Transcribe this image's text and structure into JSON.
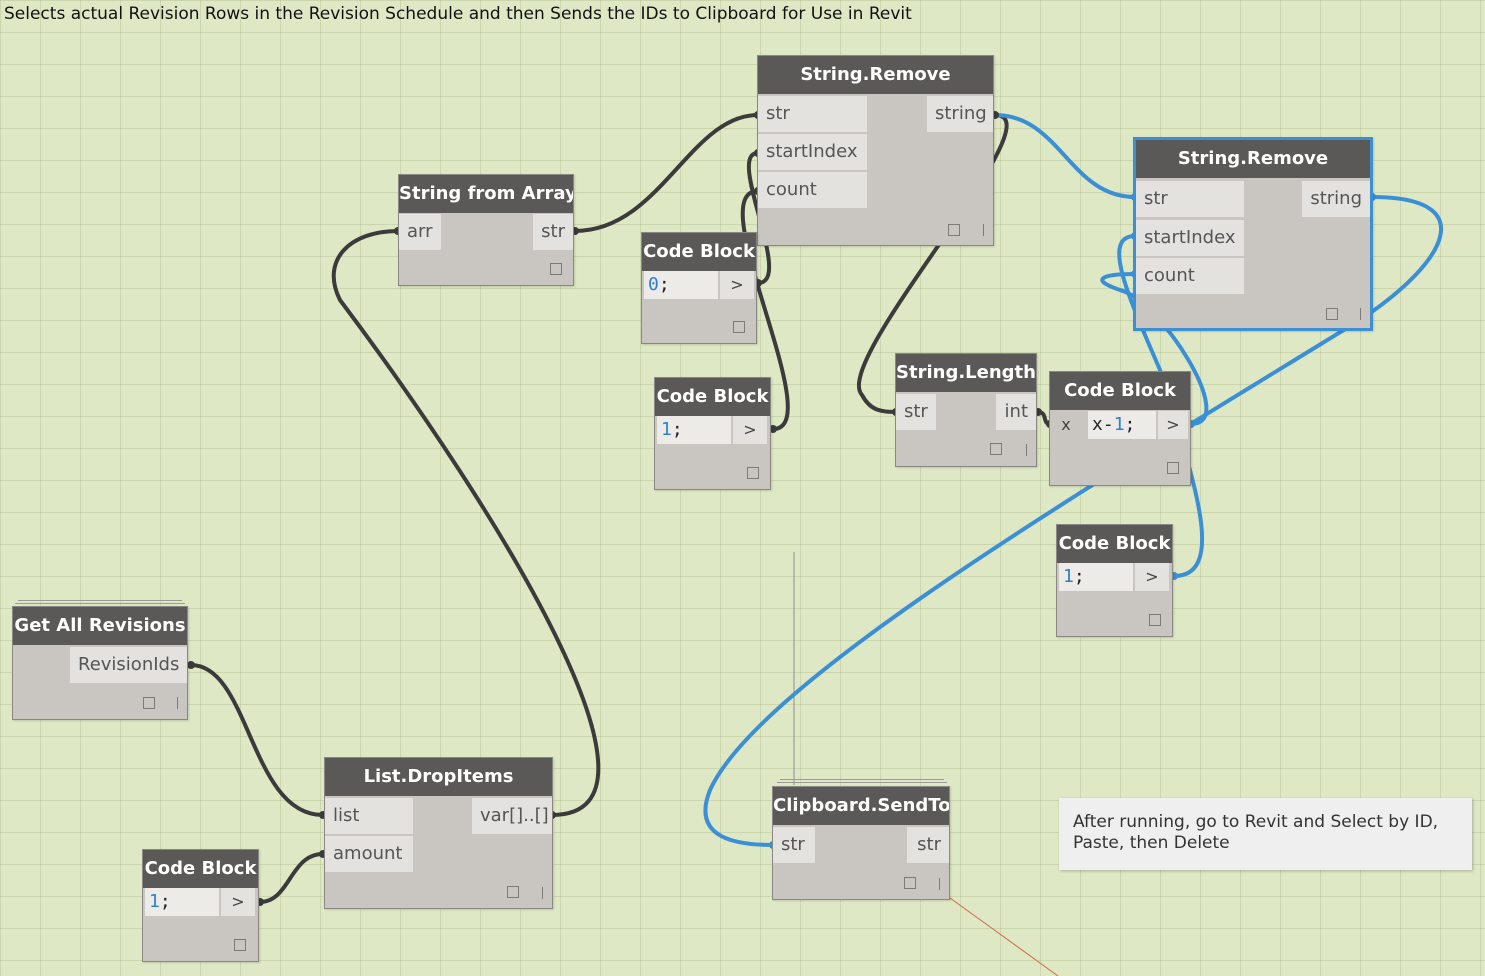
{
  "title_note": "Selects actual Revision Rows in the Revision Schedule and then Sends the IDs to Clipboard for Use in Revit",
  "note": "After running, go to Revit and Select by ID, Paste, then Delete",
  "colors": {
    "background": "#dfe8c4",
    "node_header": "#5a5957",
    "node_body": "#c9c6c2",
    "selected_wire": "#3b8fd6",
    "wire": "#3b3b3b"
  },
  "nodes": {
    "string_remove_1": {
      "title": "String.Remove",
      "inputs": [
        "str",
        "startIndex",
        "count"
      ],
      "output": "string"
    },
    "string_remove_2": {
      "title": "String.Remove",
      "inputs": [
        "str",
        "startIndex",
        "count"
      ],
      "output": "string"
    },
    "string_from_array": {
      "title": "String from Array",
      "input": "arr",
      "output": "str"
    },
    "code_block_0": {
      "title": "Code Block",
      "code_num": "0",
      "code_op": ";",
      "output": ">"
    },
    "code_block_1a": {
      "title": "Code Block",
      "code_num": "1",
      "code_op": ";",
      "output": ">"
    },
    "string_length": {
      "title": "String.Length",
      "input": "str",
      "output": "int"
    },
    "code_block_x": {
      "title": "Code Block",
      "input": "x",
      "code": "x-1;",
      "output": ">"
    },
    "code_block_1b": {
      "title": "Code Block",
      "code_num": "1",
      "code_op": ";",
      "output": ">"
    },
    "get_all_revisions": {
      "title": "Get All Revisions",
      "output": "RevisionIds"
    },
    "list_dropitems": {
      "title": "List.DropItems",
      "inputs": [
        "list",
        "amount"
      ],
      "output": "var[]..[]"
    },
    "code_block_1c": {
      "title": "Code Block",
      "code_num": "1",
      "code_op": ";",
      "output": ">"
    },
    "clipboard_sendto": {
      "title": "Clipboard.SendTo",
      "input": "str",
      "output": "str"
    }
  }
}
